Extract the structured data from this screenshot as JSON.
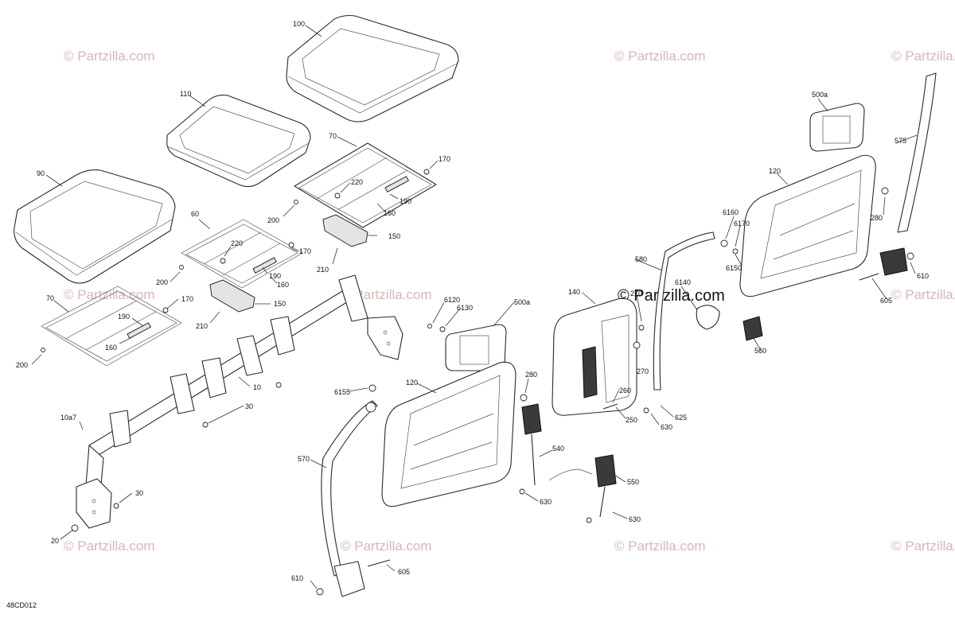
{
  "watermark_text": "© Partzilla.com",
  "diagram_code": "48CD012",
  "callouts": [
    {
      "id": "100",
      "label": "100"
    },
    {
      "id": "110",
      "label": "110"
    },
    {
      "id": "90",
      "label": "90"
    },
    {
      "id": "70a",
      "label": "70"
    },
    {
      "id": "170a",
      "label": "170"
    },
    {
      "id": "220a",
      "label": "220"
    },
    {
      "id": "190a",
      "label": "190"
    },
    {
      "id": "160a",
      "label": "160"
    },
    {
      "id": "200a",
      "label": "200"
    },
    {
      "id": "150a",
      "label": "150"
    },
    {
      "id": "210a",
      "label": "210"
    },
    {
      "id": "60",
      "label": "60"
    },
    {
      "id": "220b",
      "label": "220"
    },
    {
      "id": "170b",
      "label": "170"
    },
    {
      "id": "190b",
      "label": "190"
    },
    {
      "id": "160b",
      "label": "160"
    },
    {
      "id": "200b",
      "label": "200"
    },
    {
      "id": "150b",
      "label": "150"
    },
    {
      "id": "210b",
      "label": "210"
    },
    {
      "id": "70b",
      "label": "70"
    },
    {
      "id": "170c",
      "label": "170"
    },
    {
      "id": "190c",
      "label": "190"
    },
    {
      "id": "160c",
      "label": "160"
    },
    {
      "id": "200c",
      "label": "200"
    },
    {
      "id": "10",
      "label": "10"
    },
    {
      "id": "30a",
      "label": "30"
    },
    {
      "id": "10a7",
      "label": "10a7"
    },
    {
      "id": "30b",
      "label": "30"
    },
    {
      "id": "20",
      "label": "20"
    },
    {
      "id": "6120",
      "label": "6120"
    },
    {
      "id": "6130",
      "label": "6130"
    },
    {
      "id": "500a-1",
      "label": "500a"
    },
    {
      "id": "120a",
      "label": "120"
    },
    {
      "id": "280a",
      "label": "280"
    },
    {
      "id": "6155",
      "label": "6155"
    },
    {
      "id": "570",
      "label": "570"
    },
    {
      "id": "610a",
      "label": "610"
    },
    {
      "id": "605a",
      "label": "605"
    },
    {
      "id": "140",
      "label": "140"
    },
    {
      "id": "270a",
      "label": "270"
    },
    {
      "id": "270b",
      "label": "270"
    },
    {
      "id": "260",
      "label": "260"
    },
    {
      "id": "250",
      "label": "250"
    },
    {
      "id": "540",
      "label": "540"
    },
    {
      "id": "630a",
      "label": "630"
    },
    {
      "id": "550",
      "label": "550"
    },
    {
      "id": "630b",
      "label": "630"
    },
    {
      "id": "580",
      "label": "580"
    },
    {
      "id": "6140",
      "label": "6140"
    },
    {
      "id": "6160",
      "label": "6160"
    },
    {
      "id": "6170",
      "label": "6170"
    },
    {
      "id": "6150",
      "label": "6150"
    },
    {
      "id": "560",
      "label": "560"
    },
    {
      "id": "625",
      "label": "625"
    },
    {
      "id": "630c",
      "label": "630"
    },
    {
      "id": "500a-2",
      "label": "500a"
    },
    {
      "id": "120b",
      "label": "120"
    },
    {
      "id": "575",
      "label": "575"
    },
    {
      "id": "280b",
      "label": "280"
    },
    {
      "id": "610b",
      "label": "610"
    },
    {
      "id": "605b",
      "label": "605"
    }
  ]
}
